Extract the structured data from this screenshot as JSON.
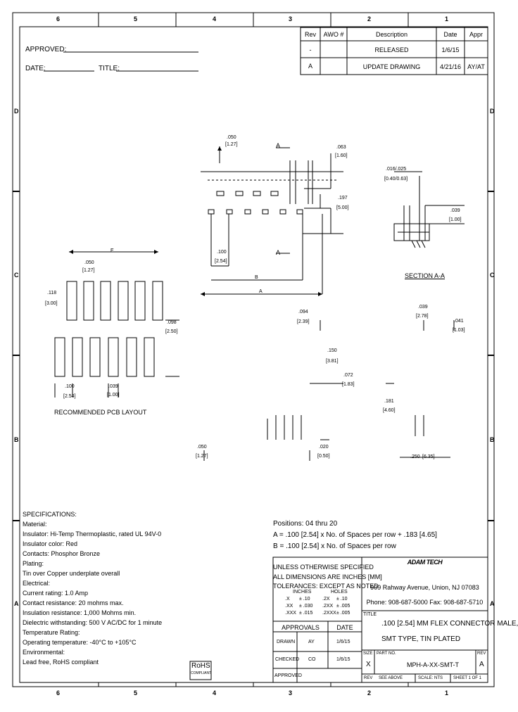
{
  "zones": {
    "top": [
      "6",
      "5",
      "4",
      "3",
      "2",
      "1"
    ],
    "bottom": [
      "6",
      "5",
      "4",
      "3",
      "2",
      "1"
    ],
    "left": [
      "D",
      "C",
      "B",
      "A"
    ],
    "right": [
      "D",
      "C",
      "B",
      "A"
    ]
  },
  "header": {
    "approved_label": "APPROVED:",
    "date_label": "DATE:",
    "title_label": "TITLE:"
  },
  "revisions": {
    "headers": [
      "Rev",
      "AWO #",
      "Description",
      "Date",
      "Appr"
    ],
    "rows": [
      {
        "rev": "-",
        "awo": "",
        "desc": "RELEASED",
        "date": "1/6/15",
        "appr": ""
      },
      {
        "rev": "A",
        "awo": "",
        "desc": "UPDATE DRAWING",
        "date": "4/21/16",
        "appr": "AY/AT"
      }
    ]
  },
  "dims": {
    "top_050": ".050",
    "top_050_mm": "[1.27]",
    "top_063": ".063",
    "top_063_mm": "[1.60]",
    "side_197": ".197",
    "side_197_mm": "[5.00]",
    "pitch_100": ".100",
    "pitch_100_mm": "[2.54]",
    "label_a": "A",
    "label_b": "B",
    "label_e": "E",
    "sec_a_top": "A",
    "sec_a_bot": "A",
    "sec_dim": ".016/.025",
    "sec_dim_mm": "[0.40/0.63]",
    "sec_039": ".039",
    "sec_039_mm": "[1.00]",
    "section_title": "SECTION A-A",
    "pcb_050": ".050",
    "pcb_050_mm": "[1.27]",
    "pcb_118": ".118",
    "pcb_118_mm": "[3.00]",
    "pcb_098": ".098",
    "pcb_098_mm": "[2.50]",
    "pcb_100": ".100",
    "pcb_100_mm": "[2.54]",
    "pcb_039": ".039",
    "pcb_039_mm": "[1.00]",
    "pcb_title": "RECOMMENDED PCB LAYOUT",
    "f_094": ".094",
    "f_094_mm": "[2.39]",
    "f_150": ".150",
    "f_150_mm": "[3.81]",
    "f_072": ".072",
    "f_072_mm": "[1.83]",
    "f_050": ".050",
    "f_050_mm": "[1.27]",
    "f_020": ".020",
    "f_020_mm": "[0.50]",
    "r_039": ".039",
    "r_039_mm": "[2.78]",
    "r_041": ".041",
    "r_041_mm": "[1.03]",
    "r_181": ".181",
    "r_181_mm": "[4.60]",
    "r_250": ".250",
    "r_250_mm": "[6.35]"
  },
  "specs": {
    "lines": [
      "SPECIFICATIONS:",
      "Material:",
      "Insulator: Hi-Temp Thermoplastic, rated UL 94V-0",
      "Insulator color: Red",
      "Contacts: Phosphor Bronze",
      "Plating:",
      "Tin over Copper underplate overall",
      "Electrical:",
      "Current rating: 1.0 Amp",
      "Contact resistance: 20 mohms max.",
      "Insulation resistance: 1,000 Mohms min.",
      "Dielectric withstanding: 500 V AC/DC for 1 minute",
      "Temperature Rating:",
      "Operating temperature: -40°C to +105°C",
      "Environmental:",
      "Lead free, RoHS compliant"
    ],
    "rohs": "RoHS",
    "rohs_sub": "COMPLIANT"
  },
  "formulas": {
    "positions": "Positions: 04 thru 20",
    "a_line": "A = .100 [2.54] x No. of Spaces per row + .183 [4.65]",
    "b_line": "B = .100 [2.54] x No. of Spaces per row"
  },
  "titleblock": {
    "tol_lines": [
      "UNLESS OTHERWISE SPECIFIED",
      "ALL DIMENSIONS ARE INCHES [MM]",
      "TOLERANCES: EXCEPT AS NOTED"
    ],
    "tol_inches": "INCHES",
    "tol_holes": "HOLES",
    "tol_rows": [
      {
        "a": ".X",
        "b": "± .10",
        "c": ".2X",
        "d": "± .10"
      },
      {
        "a": ".XX",
        "b": "± .030",
        "c": ".2XX",
        "d": "± .005"
      },
      {
        "a": ".XXX",
        "b": "± .015",
        "c": ".2XXX",
        "d": "± .005"
      }
    ],
    "approvals": "APPROVALS",
    "date": "DATE",
    "drawn_label": "DRAWN",
    "drawn_by": "AY",
    "drawn_date": "1/6/15",
    "checked_label": "CHECKED",
    "checked_by": "CO",
    "checked_date": "1/6/15",
    "approved_label": "APPROVED",
    "company": "ADAM TECH",
    "address": "909 Rahway Avenue, Union, NJ 07083",
    "phone": "Phone: 908-687-5000 Fax: 908-687-5710",
    "title_label": "TITLE",
    "title_line1": ".100 [2.54] MM FLEX CONNECTOR MALE,",
    "title_line2": "SMT TYPE, TIN PLATED",
    "size_label": "SIZE",
    "size": "X",
    "partno_label": "PART NO.",
    "partno": "MPH-A-XX-SMT-T",
    "rev_label": "REV",
    "rev": "A",
    "rev2_label": "REV",
    "rev2": "SEE ABOVE",
    "scale_label": "SCALE: NTS",
    "sheet_label": "SHEET 1 OF 1"
  }
}
